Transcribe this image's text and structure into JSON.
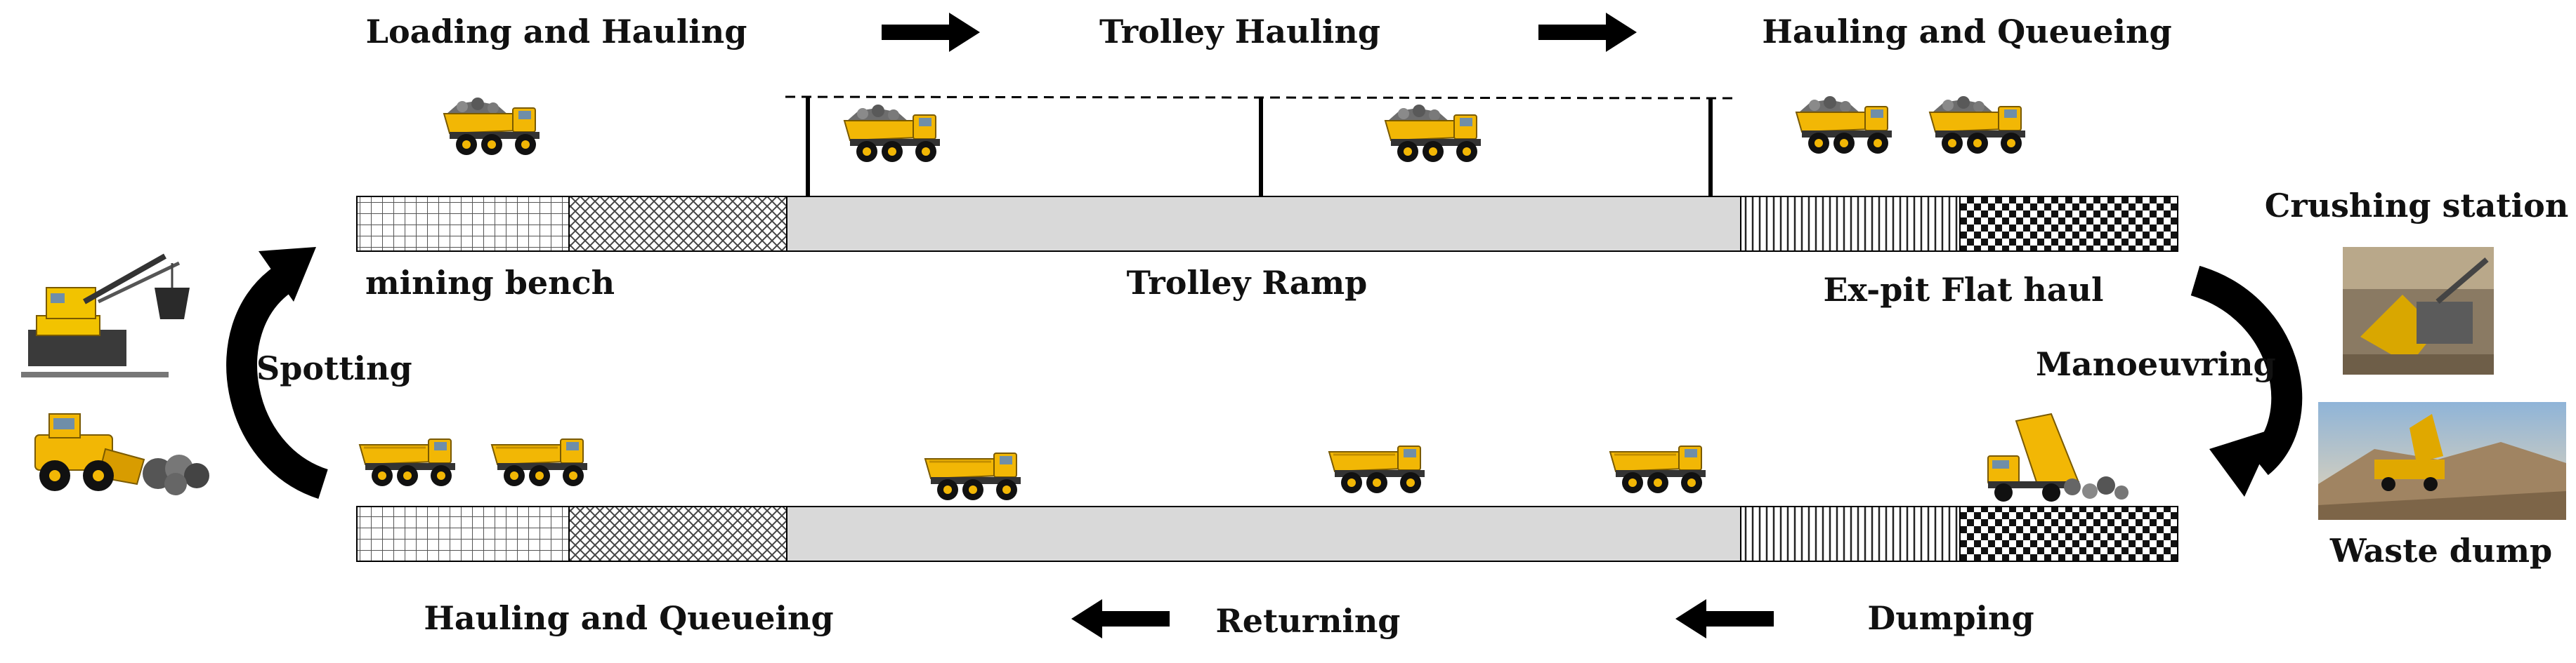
{
  "stages_top": {
    "loading": "Loading and Hauling",
    "trolley": "Trolley Hauling",
    "queue": "Hauling and Queueing"
  },
  "segments": {
    "bench": "mining bench",
    "ramp": "Trolley Ramp",
    "flat": "Ex-pit Flat haul"
  },
  "stages_side": {
    "spotting": "Spotting",
    "manoeuvring": "Manoeuvring"
  },
  "destinations": {
    "crushing": "Crushing station",
    "waste": "Waste dump"
  },
  "stages_bottom": {
    "queue": "Hauling and Queueing",
    "returning": "Returning",
    "dumping": "Dumping"
  },
  "colors": {
    "truck_body": "#f2b705",
    "ramp_fill": "#d9d9d9",
    "arrow": "#000000"
  },
  "icons": [
    "loaded-haul-truck-icon",
    "empty-haul-truck-icon",
    "electric-shovel-icon",
    "wheel-loader-icon",
    "crusher-photo",
    "waste-dump-photo"
  ]
}
